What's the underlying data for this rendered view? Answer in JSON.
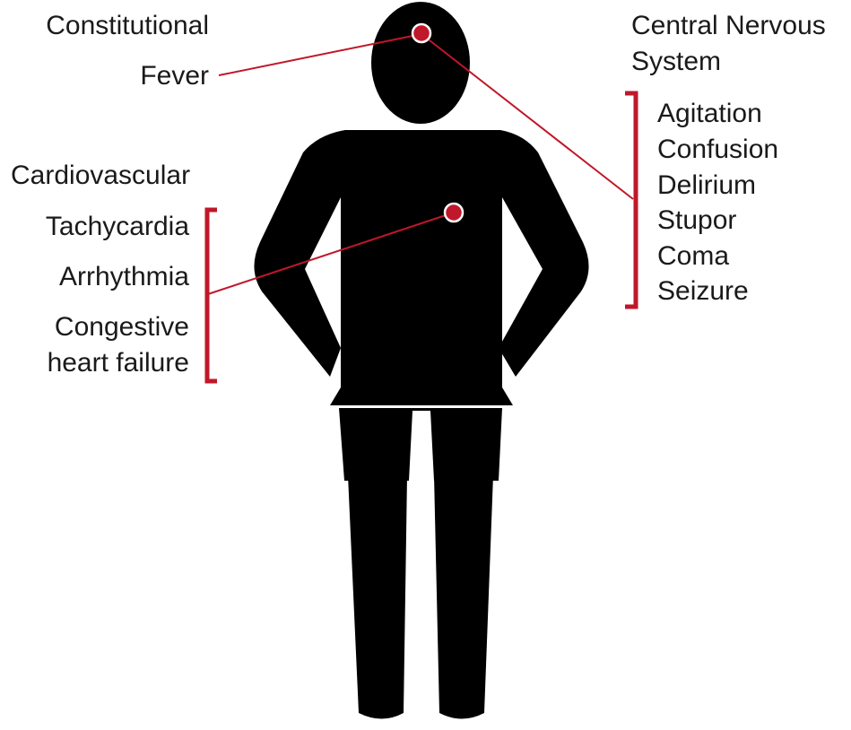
{
  "colors": {
    "figure": "#000000",
    "accent": "#c0172a",
    "text": "#1a1a1a",
    "background": "#ffffff"
  },
  "constitutional": {
    "heading": "Constitutional",
    "items": [
      "Fever"
    ]
  },
  "cardiovascular": {
    "heading": "Cardiovascular",
    "items": [
      "Tachycardia",
      "Arrhythmia",
      "Congestive",
      "heart failure"
    ]
  },
  "cns": {
    "heading_line1": "Central Nervous",
    "heading_line2": "System",
    "items": [
      "Agitation",
      "Confusion",
      "Delirium",
      "Stupor",
      "Coma",
      "Seizure"
    ]
  }
}
